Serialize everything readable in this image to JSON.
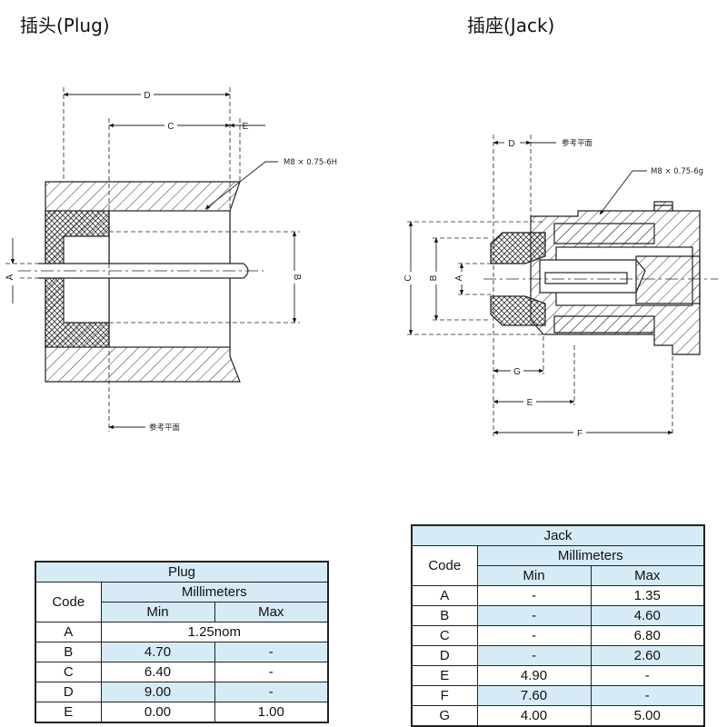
{
  "headings": {
    "plug": "插头(Plug)",
    "jack": "插座(Jack)"
  },
  "plug_drawing": {
    "dim_labels": {
      "D": "D",
      "C": "C",
      "E": "E",
      "A": "A",
      "B": "B"
    },
    "thread_note": "M8 × 0.75-6H",
    "reference_note": "参考平面"
  },
  "jack_drawing": {
    "dim_labels": {
      "D": "D",
      "C": "C",
      "B": "B",
      "A": "A",
      "G": "G",
      "E": "E",
      "F": "F"
    },
    "thread_note": "M8 × 0.75-6g",
    "reference_note": "参考平面"
  },
  "plug_table": {
    "title": "Plug",
    "unit": "Millimeters",
    "code_header": "Code",
    "min_header": "Min",
    "max_header": "Max",
    "rows": [
      {
        "code": "A",
        "merged": "1.25nom"
      },
      {
        "code": "B",
        "min": "4.70",
        "max": "-"
      },
      {
        "code": "C",
        "min": "6.40",
        "max": "-"
      },
      {
        "code": "D",
        "min": "9.00",
        "max": "-"
      },
      {
        "code": "E",
        "min": "0.00",
        "max": "1.00"
      }
    ]
  },
  "jack_table": {
    "title": "Jack",
    "unit": "Millimeters",
    "code_header": "Code",
    "min_header": "Min",
    "max_header": "Max",
    "rows": [
      {
        "code": "A",
        "min": "-",
        "max": "1.35"
      },
      {
        "code": "B",
        "min": "-",
        "max": "4.60"
      },
      {
        "code": "C",
        "min": "-",
        "max": "6.80"
      },
      {
        "code": "D",
        "min": "-",
        "max": "2.60"
      },
      {
        "code": "E",
        "min": "4.90",
        "max": "-"
      },
      {
        "code": "F",
        "min": "7.60",
        "max": "-"
      },
      {
        "code": "G",
        "min": "4.00",
        "max": "5.00"
      }
    ]
  }
}
